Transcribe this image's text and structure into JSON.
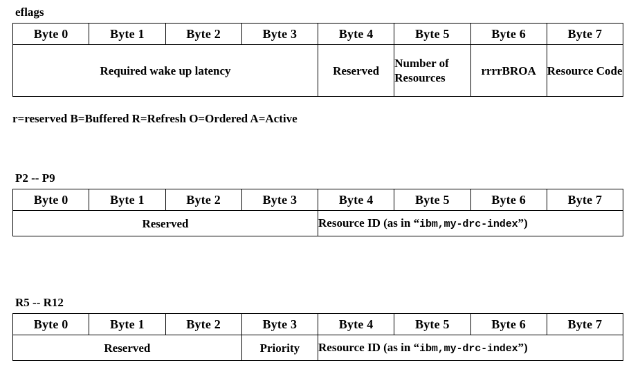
{
  "page": {
    "background_color": "#ffffff",
    "text_color": "#000000"
  },
  "byte_headers": [
    "Byte 0",
    "Byte 1",
    "Byte 2",
    "Byte 3",
    "Byte 4",
    "Byte 5",
    "Byte 6",
    "Byte 7"
  ],
  "sections": [
    {
      "id": "eflags",
      "label": "eflags",
      "headers": [
        "Byte 0",
        "Byte 1",
        "Byte 2",
        "Byte 3",
        "Byte 4",
        "Byte 5",
        "Byte 6",
        "Byte 7"
      ],
      "fields": [
        {
          "text": "Required wake up latency",
          "span": 4,
          "align": "center"
        },
        {
          "text": "Reserved",
          "span": 1,
          "align": "center"
        },
        {
          "text": "Number of Resources",
          "span": 1,
          "align": "top-left"
        },
        {
          "text": "rrrrBROA",
          "span": 1,
          "align": "top-center"
        },
        {
          "text": "Resource Code",
          "span": 1,
          "align": "top-left"
        }
      ],
      "legend": "r=reserved B=Buffered R=Refresh O=Ordered A=Active"
    },
    {
      "id": "p2p9",
      "label": "P2 -- P9",
      "headers": [
        "Byte 0",
        "Byte 1",
        "Byte 2",
        "Byte 3",
        "Byte 4",
        "Byte 5",
        "Byte 6",
        "Byte 7"
      ],
      "fields": [
        {
          "text": "Reserved",
          "span": 4,
          "align": "center"
        },
        {
          "text_prefix": "Resource ID (as in “",
          "text_mono": "ibm,my-drc-index",
          "text_suffix": "”)",
          "span": 4,
          "align": "left"
        }
      ]
    },
    {
      "id": "r5r12",
      "label": "R5 -- R12",
      "headers": [
        "Byte 0",
        "Byte 1",
        "Byte 2",
        "Byte 3",
        "Byte 4",
        "Byte 5",
        "Byte 6",
        "Byte 7"
      ],
      "fields": [
        {
          "text": "Reserved",
          "span": 3,
          "align": "center"
        },
        {
          "text": "Priority",
          "span": 1,
          "align": "center"
        },
        {
          "text_prefix": "Resource ID (as in “",
          "text_mono": "ibm,my-drc-index",
          "text_suffix": "”)",
          "span": 4,
          "align": "left"
        }
      ]
    }
  ]
}
